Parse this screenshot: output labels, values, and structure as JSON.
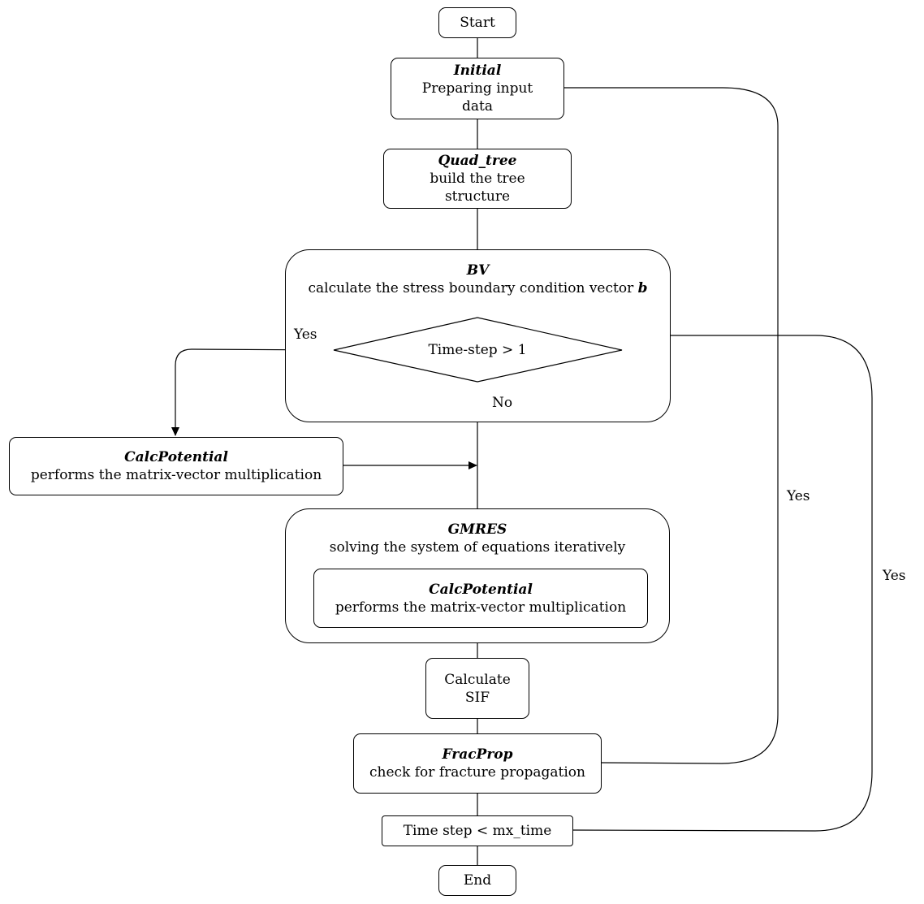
{
  "start": "Start",
  "end": "End",
  "initial": {
    "title": "Initial",
    "line1": "Preparing input",
    "line2": "data"
  },
  "quad_tree": {
    "title": "Quad_tree",
    "line1": "build the tree",
    "line2": "structure"
  },
  "bv": {
    "title": "BV",
    "desc": "calculate the stress boundary condition vector",
    "vec": "b"
  },
  "decision_timestep": "Time-step > 1",
  "calc_potential": {
    "title": "CalcPotential",
    "desc": "performs the matrix-vector multiplication"
  },
  "gmres": {
    "title": "GMRES",
    "desc": "solving the system of equations iteratively"
  },
  "gmres_inner": {
    "title": "CalcPotential",
    "desc": "performs the matrix-vector multiplication"
  },
  "calculate_sif": {
    "line1": "Calculate",
    "line2": "SIF"
  },
  "frac_prop": {
    "title": "FracProp",
    "desc": "check for fracture propagation"
  },
  "time_loop": "Time step < mx_time",
  "labels": {
    "yes": "Yes",
    "no": "No",
    "yes_frac": "Yes",
    "yes_time": "Yes"
  }
}
